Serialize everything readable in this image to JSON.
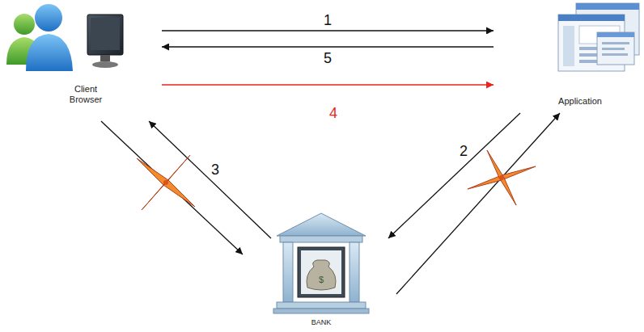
{
  "diagram": {
    "nodes": [
      {
        "text": [
          "Client Browser"
        ]
      },
      {
        "text": [
          "Application"
        ]
      },
      {
        "text": [
          "BANK"
        ]
      }
    ],
    "edges": [
      {
        "from": 0,
        "to": 1,
        "arrow": "to",
        "label": "1"
      },
      {
        "from": 1,
        "to": 0,
        "arrow": "to",
        "label": "5"
      },
      {
        "from": 0,
        "to": 1,
        "arrow": "to",
        "label": "4"
      },
      {
        "from": 1,
        "to": 2,
        "arrow": "to",
        "label": "2"
      },
      {
        "from": 2,
        "to": 0,
        "arrow": "to",
        "label": "3"
      },
      {
        "from": 0,
        "to": 2,
        "arrow": "to"
      },
      {
        "from": 2,
        "to": 1,
        "arrow": "to"
      }
    ]
  }
}
